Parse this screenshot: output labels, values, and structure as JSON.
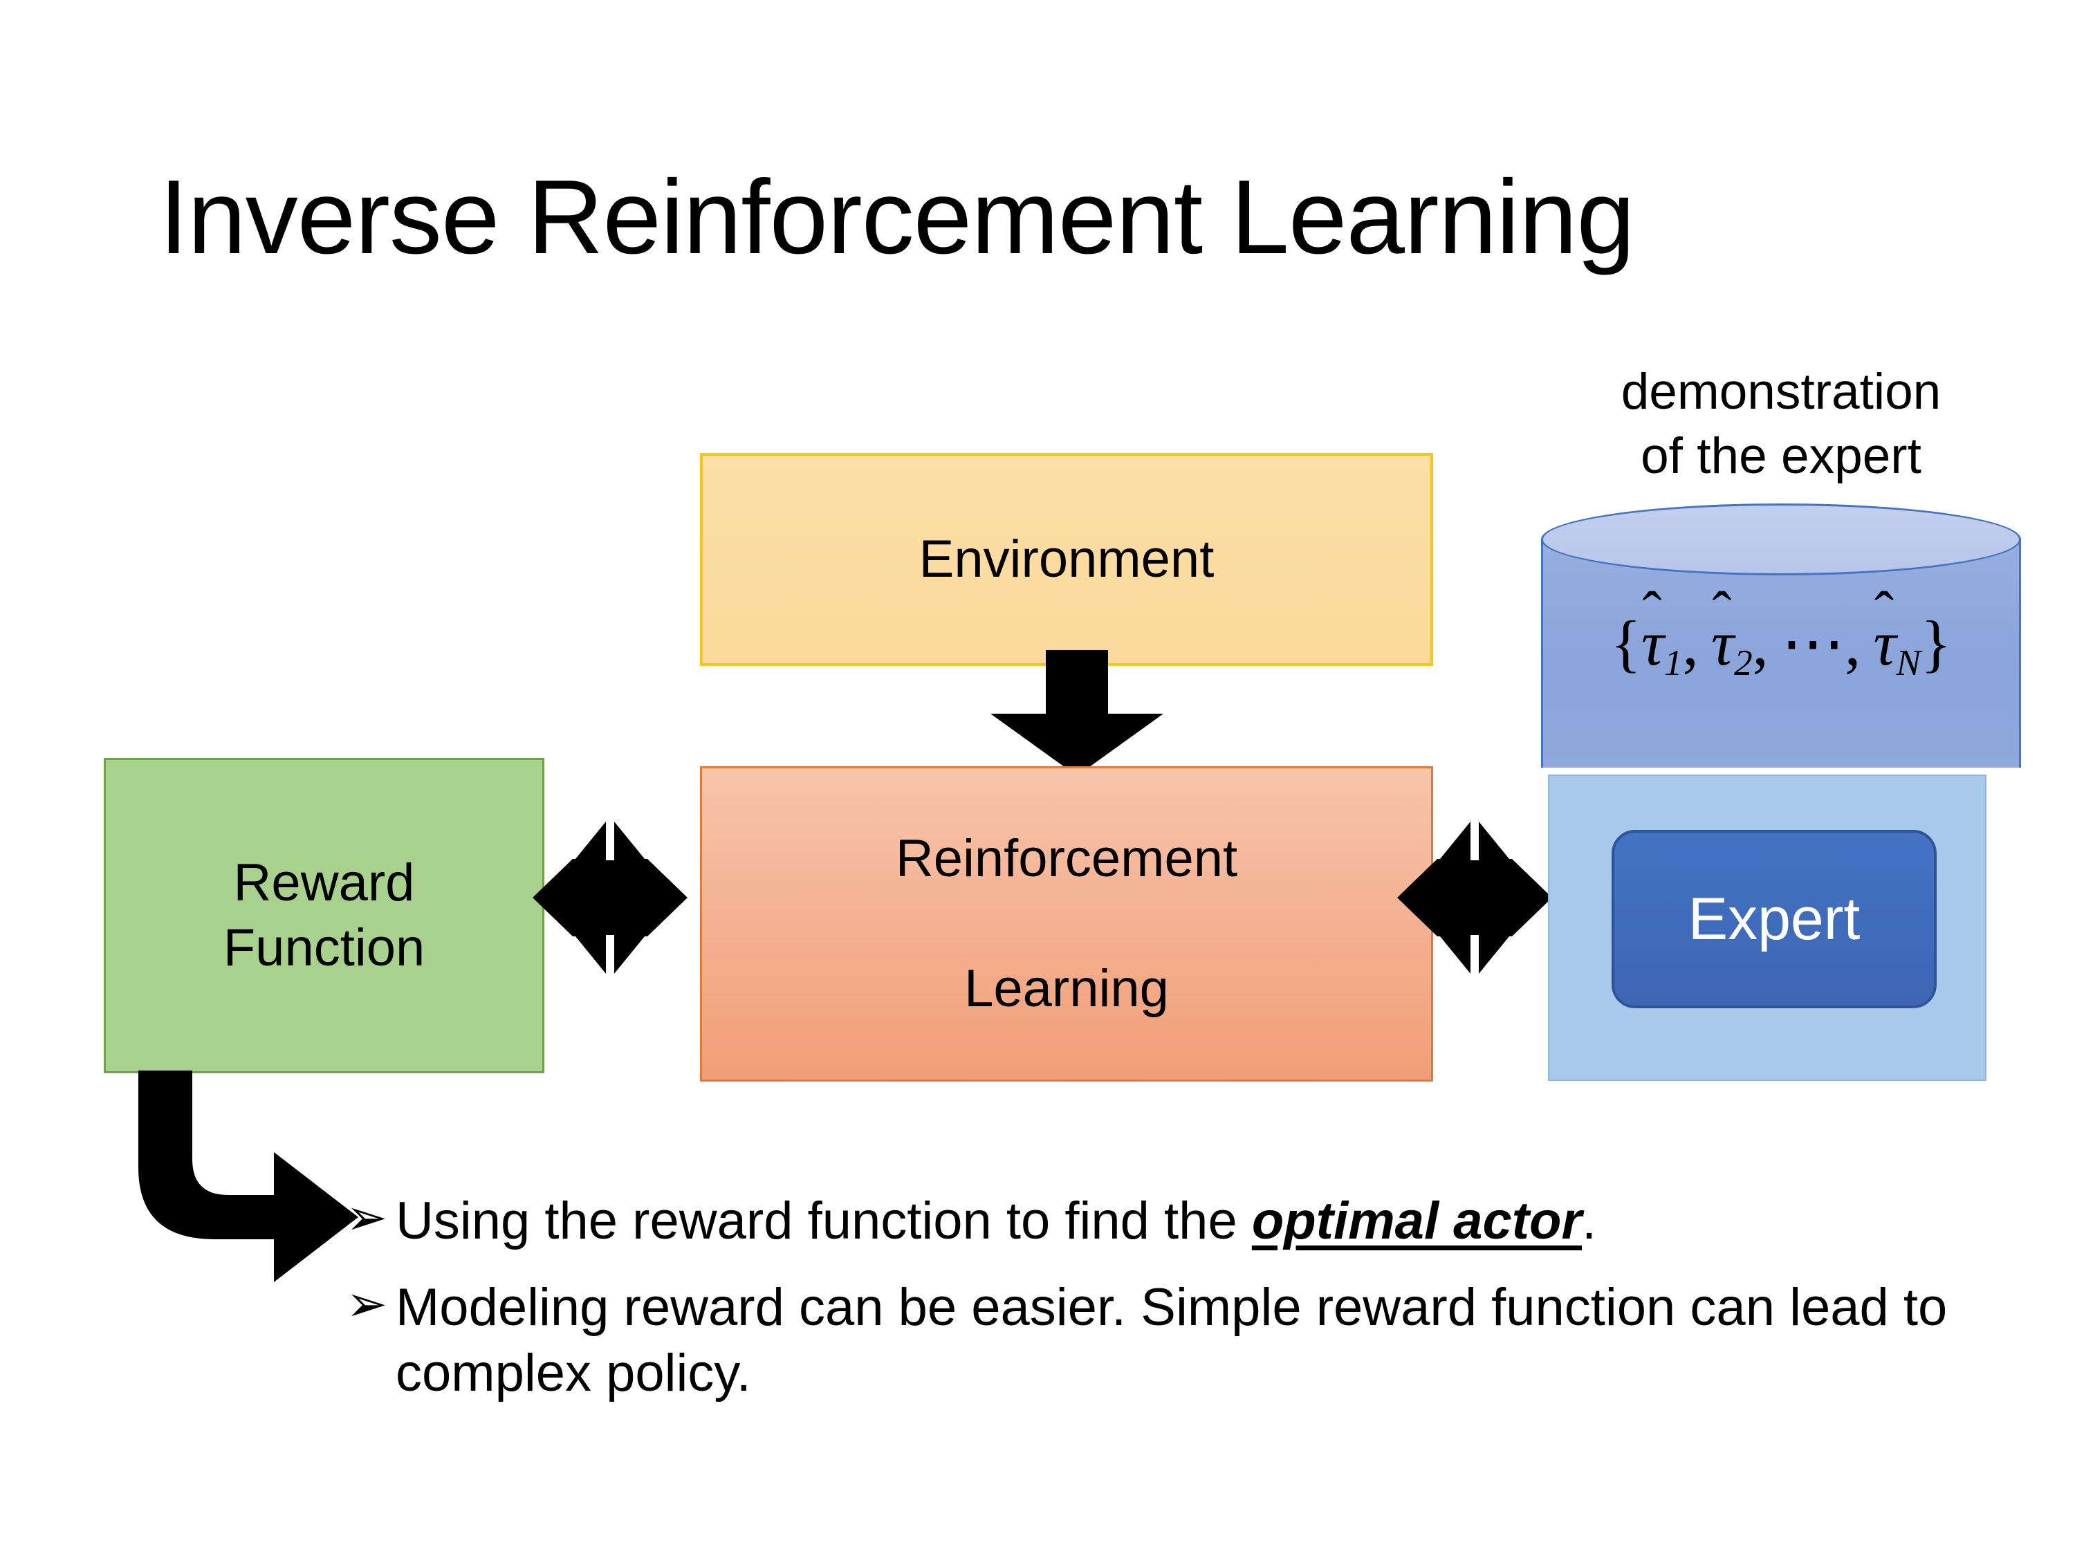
{
  "slide": {
    "title": "Inverse Reinforcement Learning",
    "background_color": "#ffffff"
  },
  "diagram": {
    "environment": {
      "label": "Environment",
      "fill_color": "#FBD99C",
      "border_color": "#F5C518"
    },
    "reinforcement_learning": {
      "label_line1": "Reinforcement",
      "label_line2": "Learning",
      "fill_color_top": "#F7C4AB",
      "fill_color_bottom": "#F19E77",
      "border_color": "#E07B39"
    },
    "reward_function": {
      "label_line1": "Reward",
      "label_line2": "Function",
      "fill_color": "#A9D18E",
      "border_color": "#6FA34A"
    },
    "expert_panel": {
      "caption_line1": "demonstration",
      "caption_line2": "of the expert",
      "panel_fill_color": "#A9C9EA",
      "chip_label": "Expert",
      "chip_fill_color": "#4472C4",
      "chip_text_color": "#FFFFFF",
      "cylinder": {
        "fill_color": "#8BA4DA",
        "top_fill_color": "#B6C5EA",
        "border_color": "#4472C4",
        "set_open": "{",
        "tau_symbol": "τ",
        "hat_symbol": "̂",
        "sub_1": "1",
        "sub_2": "2",
        "ellipsis": "⋯",
        "sub_N": "N",
        "comma": ",",
        "set_close": "}",
        "full_label": "{τ̂1, τ̂2, ⋯, τ̂N}"
      }
    },
    "connectors": [
      {
        "name": "environment-to-rl",
        "type": "down-arrow",
        "color": "#000000"
      },
      {
        "name": "reward-to-rl",
        "type": "double-arrow-star",
        "color": "#000000"
      },
      {
        "name": "rl-to-expert",
        "type": "double-arrow-star",
        "color": "#000000"
      },
      {
        "name": "reward-to-bullet",
        "type": "elbow-arrow",
        "color": "#000000"
      }
    ]
  },
  "bullets": {
    "marker": "➢",
    "items": [
      {
        "prefix": "Using the reward function to find the ",
        "emphasis": "optimal actor",
        "suffix": "."
      },
      {
        "prefix": "Modeling reward can be easier. Simple reward function can lead to complex policy.",
        "emphasis": "",
        "suffix": ""
      }
    ]
  }
}
